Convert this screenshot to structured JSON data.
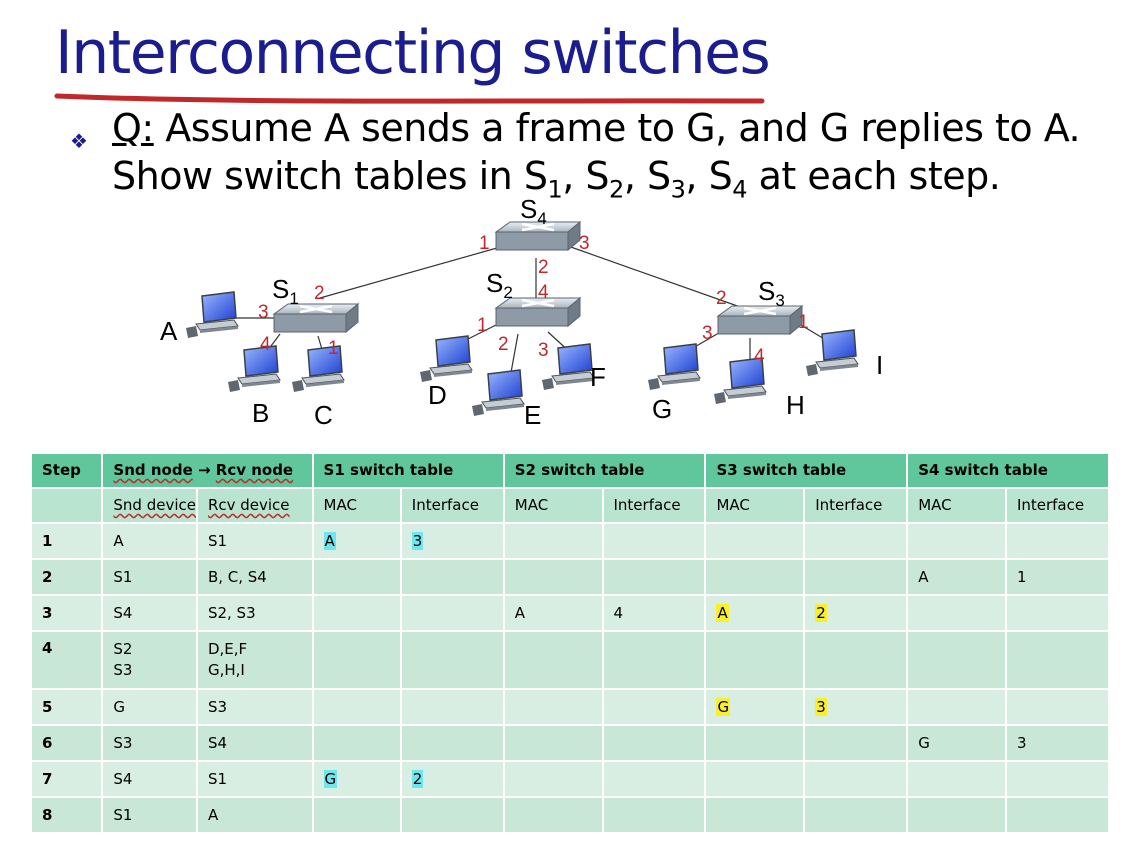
{
  "title": "Interconnecting switches",
  "question": {
    "prefix": "Q:",
    "line1_rest": " Assume A sends a frame to G, and G replies to A.",
    "line2_start": "Show switch tables in S",
    "sub1": "1",
    "sub2": "2",
    "sub3": "3",
    "sub4": "4",
    "sep": ", ",
    "line2_end": " at each step."
  },
  "diagram": {
    "switches": {
      "s1": {
        "letter": "S",
        "sub": "1"
      },
      "s2": {
        "letter": "S",
        "sub": "2"
      },
      "s3": {
        "letter": "S",
        "sub": "3"
      },
      "s4": {
        "letter": "S",
        "sub": "4"
      }
    },
    "hosts": {
      "a": "A",
      "b": "B",
      "c": "C",
      "d": "D",
      "e": "E",
      "f": "F",
      "g": "G",
      "h": "H",
      "i": "I"
    },
    "ports": {
      "s1": {
        "p1": "1",
        "p2": "2",
        "p3": "3",
        "p4": "4"
      },
      "s2": {
        "p1": "1",
        "p2": "2",
        "p3": "3",
        "p4": "4"
      },
      "s3": {
        "p1": "1",
        "p2": "2",
        "p3": "3",
        "p4": "4"
      },
      "s4": {
        "p1": "1",
        "p2": "2",
        "p3": "3"
      }
    }
  },
  "table": {
    "header1": {
      "step": "Step",
      "snd_node": "Snd node",
      "arrow": " → ",
      "rcv_node": "Rcv node",
      "s1": "S1 switch table",
      "s2": "S2 switch table",
      "s3": "S3 switch table",
      "s4": "S4 switch table"
    },
    "header2": {
      "snd_device": "Snd device",
      "rcv_device": "Rcv device",
      "mac": "MAC",
      "interface": "Interface"
    },
    "rows": [
      {
        "step": "1",
        "snd": "A",
        "rcv": "S1",
        "s1_mac": "A",
        "s1_if": "3",
        "s2_mac": "",
        "s2_if": "",
        "s3_mac": "",
        "s3_if": "",
        "s4_mac": "",
        "s4_if": ""
      },
      {
        "step": "2",
        "snd": "S1",
        "rcv": "B, C, S4",
        "s1_mac": "",
        "s1_if": "",
        "s2_mac": "",
        "s2_if": "",
        "s3_mac": "",
        "s3_if": "",
        "s4_mac": "A",
        "s4_if": "1"
      },
      {
        "step": "3",
        "snd": "S4",
        "rcv": "S2, S3",
        "s1_mac": "",
        "s1_if": "",
        "s2_mac": "A",
        "s2_if": "4",
        "s3_mac": "A",
        "s3_if": "2",
        "s4_mac": "",
        "s4_if": ""
      },
      {
        "step": "4",
        "snd": "S2",
        "snd2": "S3",
        "rcv": "D,E,F",
        "rcv2": "G,H,I",
        "s1_mac": "",
        "s1_if": "",
        "s2_mac": "",
        "s2_if": "",
        "s3_mac": "",
        "s3_if": "",
        "s4_mac": "",
        "s4_if": ""
      },
      {
        "step": "5",
        "snd": "G",
        "rcv": "S3",
        "s1_mac": "",
        "s1_if": "",
        "s2_mac": "",
        "s2_if": "",
        "s3_mac": "G",
        "s3_if": "3",
        "s4_mac": "",
        "s4_if": ""
      },
      {
        "step": "6",
        "snd": "S3",
        "rcv": "S4",
        "s1_mac": "",
        "s1_if": "",
        "s2_mac": "",
        "s2_if": "",
        "s3_mac": "",
        "s3_if": "",
        "s4_mac": "G",
        "s4_if": "3"
      },
      {
        "step": "7",
        "snd": "S4",
        "rcv": "S1",
        "s1_mac": "G",
        "s1_if": "2",
        "s2_mac": "",
        "s2_if": "",
        "s3_mac": "",
        "s3_if": "",
        "s4_mac": "",
        "s4_if": ""
      },
      {
        "step": "8",
        "snd": "S1",
        "rcv": "A",
        "s1_mac": "",
        "s1_if": "",
        "s2_mac": "",
        "s2_if": "",
        "s3_mac": "",
        "s3_if": "",
        "s4_mac": "",
        "s4_if": ""
      }
    ]
  },
  "colors": {
    "title": "#1b1d8f",
    "annotation_red": "#c0282a",
    "header_green": "#5fc79b",
    "subheader_green": "#b9e4cf",
    "row_light": "#d9eee3",
    "row_dark": "#c8e7d7",
    "highlight_cyan": "#6fe6ee",
    "highlight_yellow": "#f9ef2c"
  },
  "icons": {
    "bullet": "diamond-bullet-icon",
    "switch": "switch-icon",
    "host": "computer-icon"
  }
}
